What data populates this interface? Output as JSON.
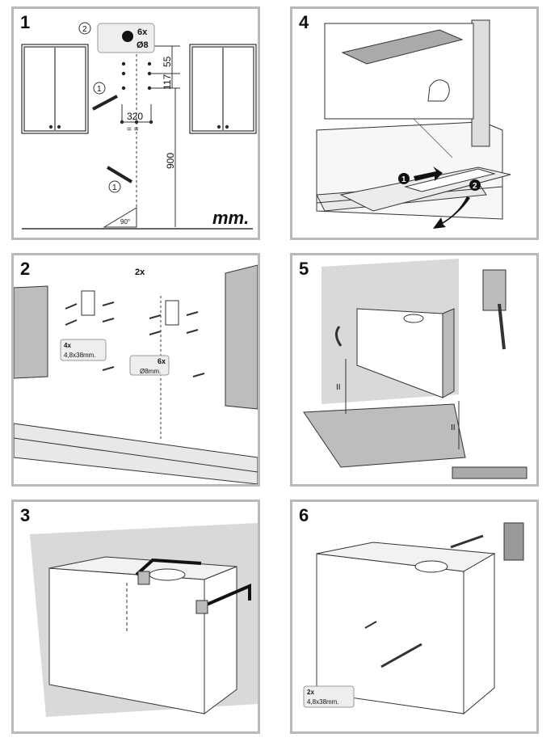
{
  "panels": [
    {
      "step": "1"
    },
    {
      "step": "4"
    },
    {
      "step": "2"
    },
    {
      "step": "5"
    },
    {
      "step": "3"
    },
    {
      "step": "6"
    }
  ],
  "step1": {
    "circle_1": "1",
    "circle_2": "2",
    "anchor_qty": "6x",
    "anchor_dia": "Ø8",
    "dim_55": "55",
    "dim_117": "117",
    "dim_320": "320",
    "dim_900": "900",
    "equal_marks": "= =",
    "angle": "90°",
    "units": "mm."
  },
  "step4": {
    "arrow_1": "1",
    "arrow_2": "2"
  },
  "step2": {
    "bracket_qty": "2x",
    "screw_qty": "4x",
    "screw_size": "4,8x38mm.",
    "plug_qty": "6x",
    "plug_size": "Ø8mm."
  },
  "step5": {
    "parallel_left": "II",
    "parallel_right": "II"
  },
  "step6": {
    "screw_qty": "2x",
    "screw_size": "4,8x38mm."
  },
  "colors": {
    "panel_border": "#b9b9b9",
    "wall_shade": "#d9d9d9",
    "hood_grey": "#bdbdbd",
    "ink": "#111111"
  }
}
